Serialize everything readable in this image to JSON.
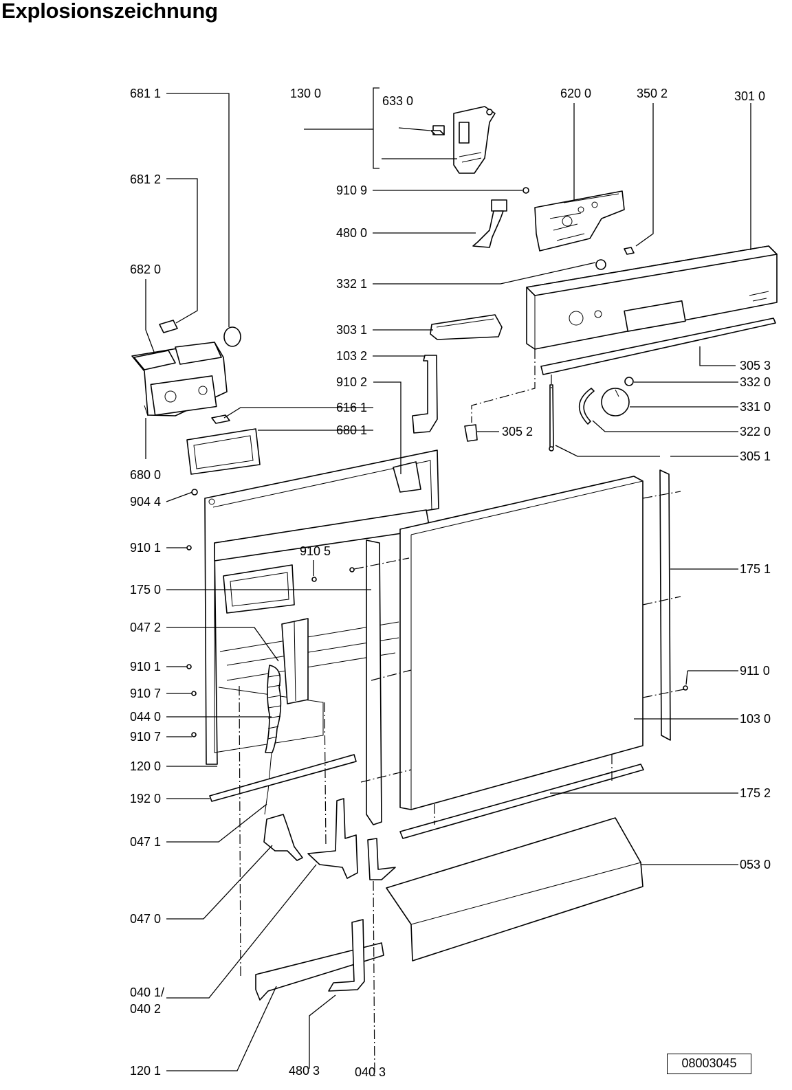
{
  "title": "Explosionszeichnung",
  "document_number": "08003045",
  "labels": [
    "681 1",
    "130 0",
    "633 0",
    "620 0",
    "350 2",
    "301 0",
    "681 2",
    "910 9",
    "480 0",
    "682 0",
    "332 1",
    "303 1",
    "103 2",
    "305 3",
    "910 2",
    "332 0",
    "616 1",
    "331 0",
    "680 1",
    "305 2",
    "322 0",
    "305 1",
    "680 0",
    "904 4",
    "910 1",
    "910 5",
    "175 1",
    "175 0",
    "047 2",
    "910 1",
    "911 0",
    "910 7",
    "044 0",
    "103 0",
    "910 7",
    "120 0",
    "192 0",
    "175 2",
    "047 1",
    "053 0",
    "047 0",
    "040 1/",
    "040 2",
    "120 1",
    "480 3",
    "040 3"
  ]
}
